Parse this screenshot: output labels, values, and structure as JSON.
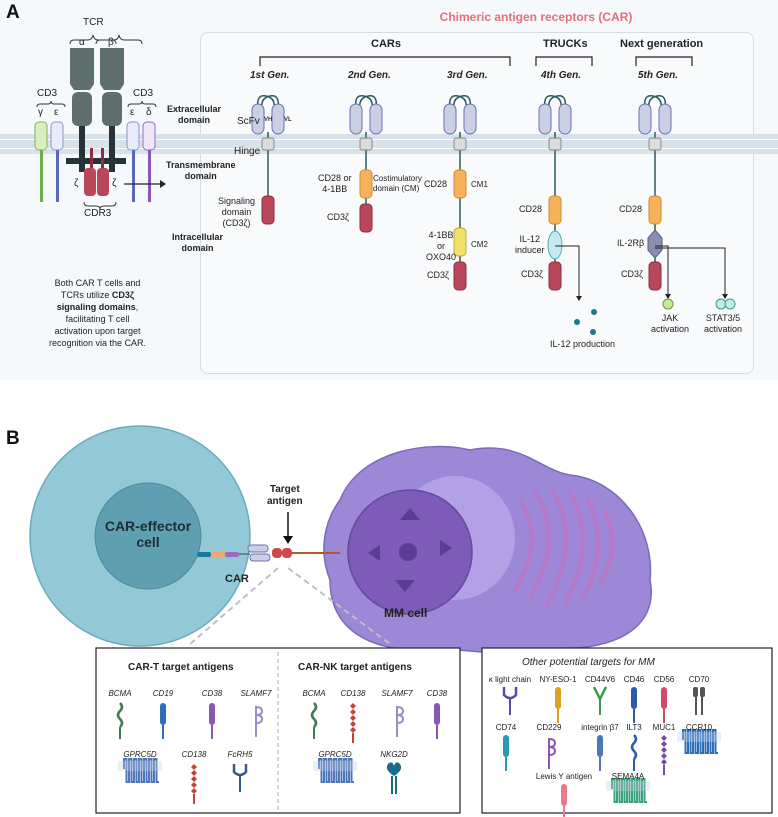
{
  "panel_a": {
    "label": "A",
    "title": "Chimeric antigen receptors (CAR)",
    "tcr": "TCR",
    "alpha": "α",
    "beta": "β",
    "cd3_left": "CD3",
    "cd3_right": "CD3",
    "gamma": "γ",
    "epsilon_left": "ε",
    "epsilon_right": "ε",
    "delta": "δ",
    "zeta_left": "ζ",
    "zeta_right": "ζ",
    "cdr3": "CDR3",
    "domains": {
      "extracellular": "Extracellular\ndomain",
      "transmembrane": "Transmembrane\ndomain",
      "intracellular": "Intracellular\ndomain"
    },
    "group_cars": "CARs",
    "group_trucks": "TRUCKs",
    "group_next": "Next generation",
    "gen1": "1st Gen.",
    "gen2": "2nd Gen.",
    "gen3": "3rd Gen.",
    "gen4": "4th Gen.",
    "gen5": "5th Gen.",
    "scfv": "ScFv",
    "vh": "VH",
    "vl": "VL",
    "hinge": "Hinge",
    "signaling": "Signaling\ndomain\n(CD3ζ)",
    "cd28_or_41bb": "CD28 or\n4-1BB",
    "costim": "Costimulatory\ndomain (CM)",
    "cd3z": "CD3ζ",
    "cd28": "CD28",
    "cm1": "CM1",
    "cm2": "CM2",
    "bb_or_ox": "4-1BB\nor\nOXO40",
    "il12_inducer": "IL-12\ninducer",
    "il2rb": "IL-2Rβ",
    "il12_production": "IL-12 production",
    "jak": "JAK\nactivation",
    "stat": "STAT3/5\nactivation",
    "note_pre": "Both CAR T cells and\nTCRs utilize ",
    "note_bold": "CD3ζ\nsignaling domains",
    "note_post": ",\nfacilitating T cell\nactivation upon target\nrecognition via the CAR."
  },
  "panel_b": {
    "label": "B",
    "effector": "CAR-effector\ncell",
    "car": "CAR",
    "target_antigen": "Target\nantigen",
    "mm_cell": "MM cell",
    "cart_title": "CAR-T target antigens",
    "carnk_title": "CAR-NK target antigens",
    "other_title": "Other potential targets for MM",
    "cart": [
      "BCMA",
      "CD19",
      "CD38",
      "SLAMF7",
      "GPRC5D",
      "CD138",
      "FcRH5"
    ],
    "carnk": [
      "BCMA",
      "CD138",
      "SLAMF7",
      "CD38",
      "GPRC5D",
      "NKG2D"
    ],
    "other": [
      "κ light chain",
      "NY-ESO-1",
      "CD44V6",
      "CD46",
      "CD56",
      "CD70",
      "CD74",
      "CD229",
      "integrin β7",
      "ILT3",
      "MUC1",
      "CCR10",
      "Lewis Y antigen",
      "SEMA4A"
    ]
  },
  "colors": {
    "title_pink": "#e36f7a",
    "tcr_gray": "#5f6e6e",
    "scfv_blue": "#c9d0e6",
    "cd3z_red": "#b8475a",
    "cd28_orange": "#f5b25a",
    "cm2_yellow": "#f0e06c",
    "hinge_gray": "#dcdcdc",
    "membrane": "#d7e2ea",
    "effector_outer": "#93c9d6",
    "effector_inner": "#5e9fb2",
    "mm_purple": "#9c88d6"
  }
}
